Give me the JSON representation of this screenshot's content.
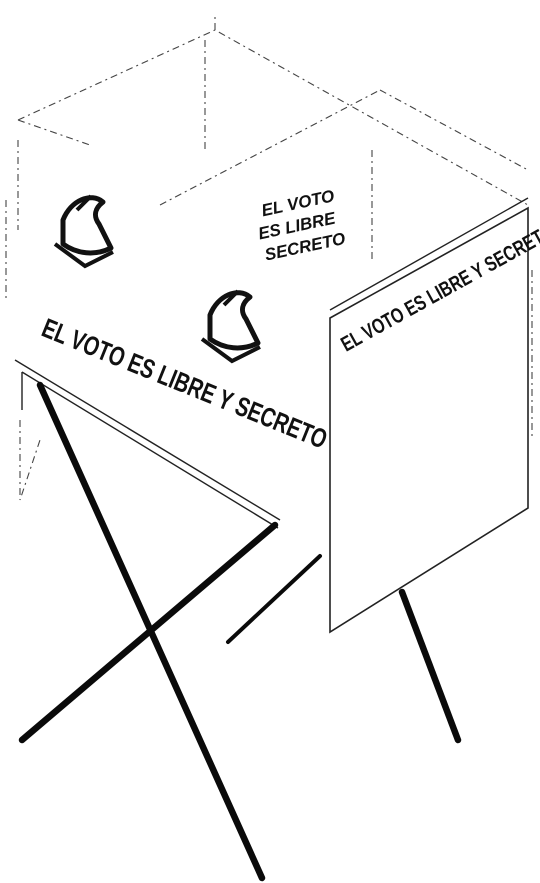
{
  "booth": {
    "front_slogan": "EL VOTO ES LIBRE Y SECRETO",
    "side_slogan": "EL VOTO ES LIBRE Y SECRETO",
    "inner_slogan_lines": [
      "EL VOTO",
      "ES LIBRE",
      "SECRETO"
    ],
    "emblem_icon": "ballot-box-hand-icon",
    "colors": {
      "panel": "#ffffff",
      "lines": "#111111",
      "legs": "#0a0a0a"
    }
  }
}
